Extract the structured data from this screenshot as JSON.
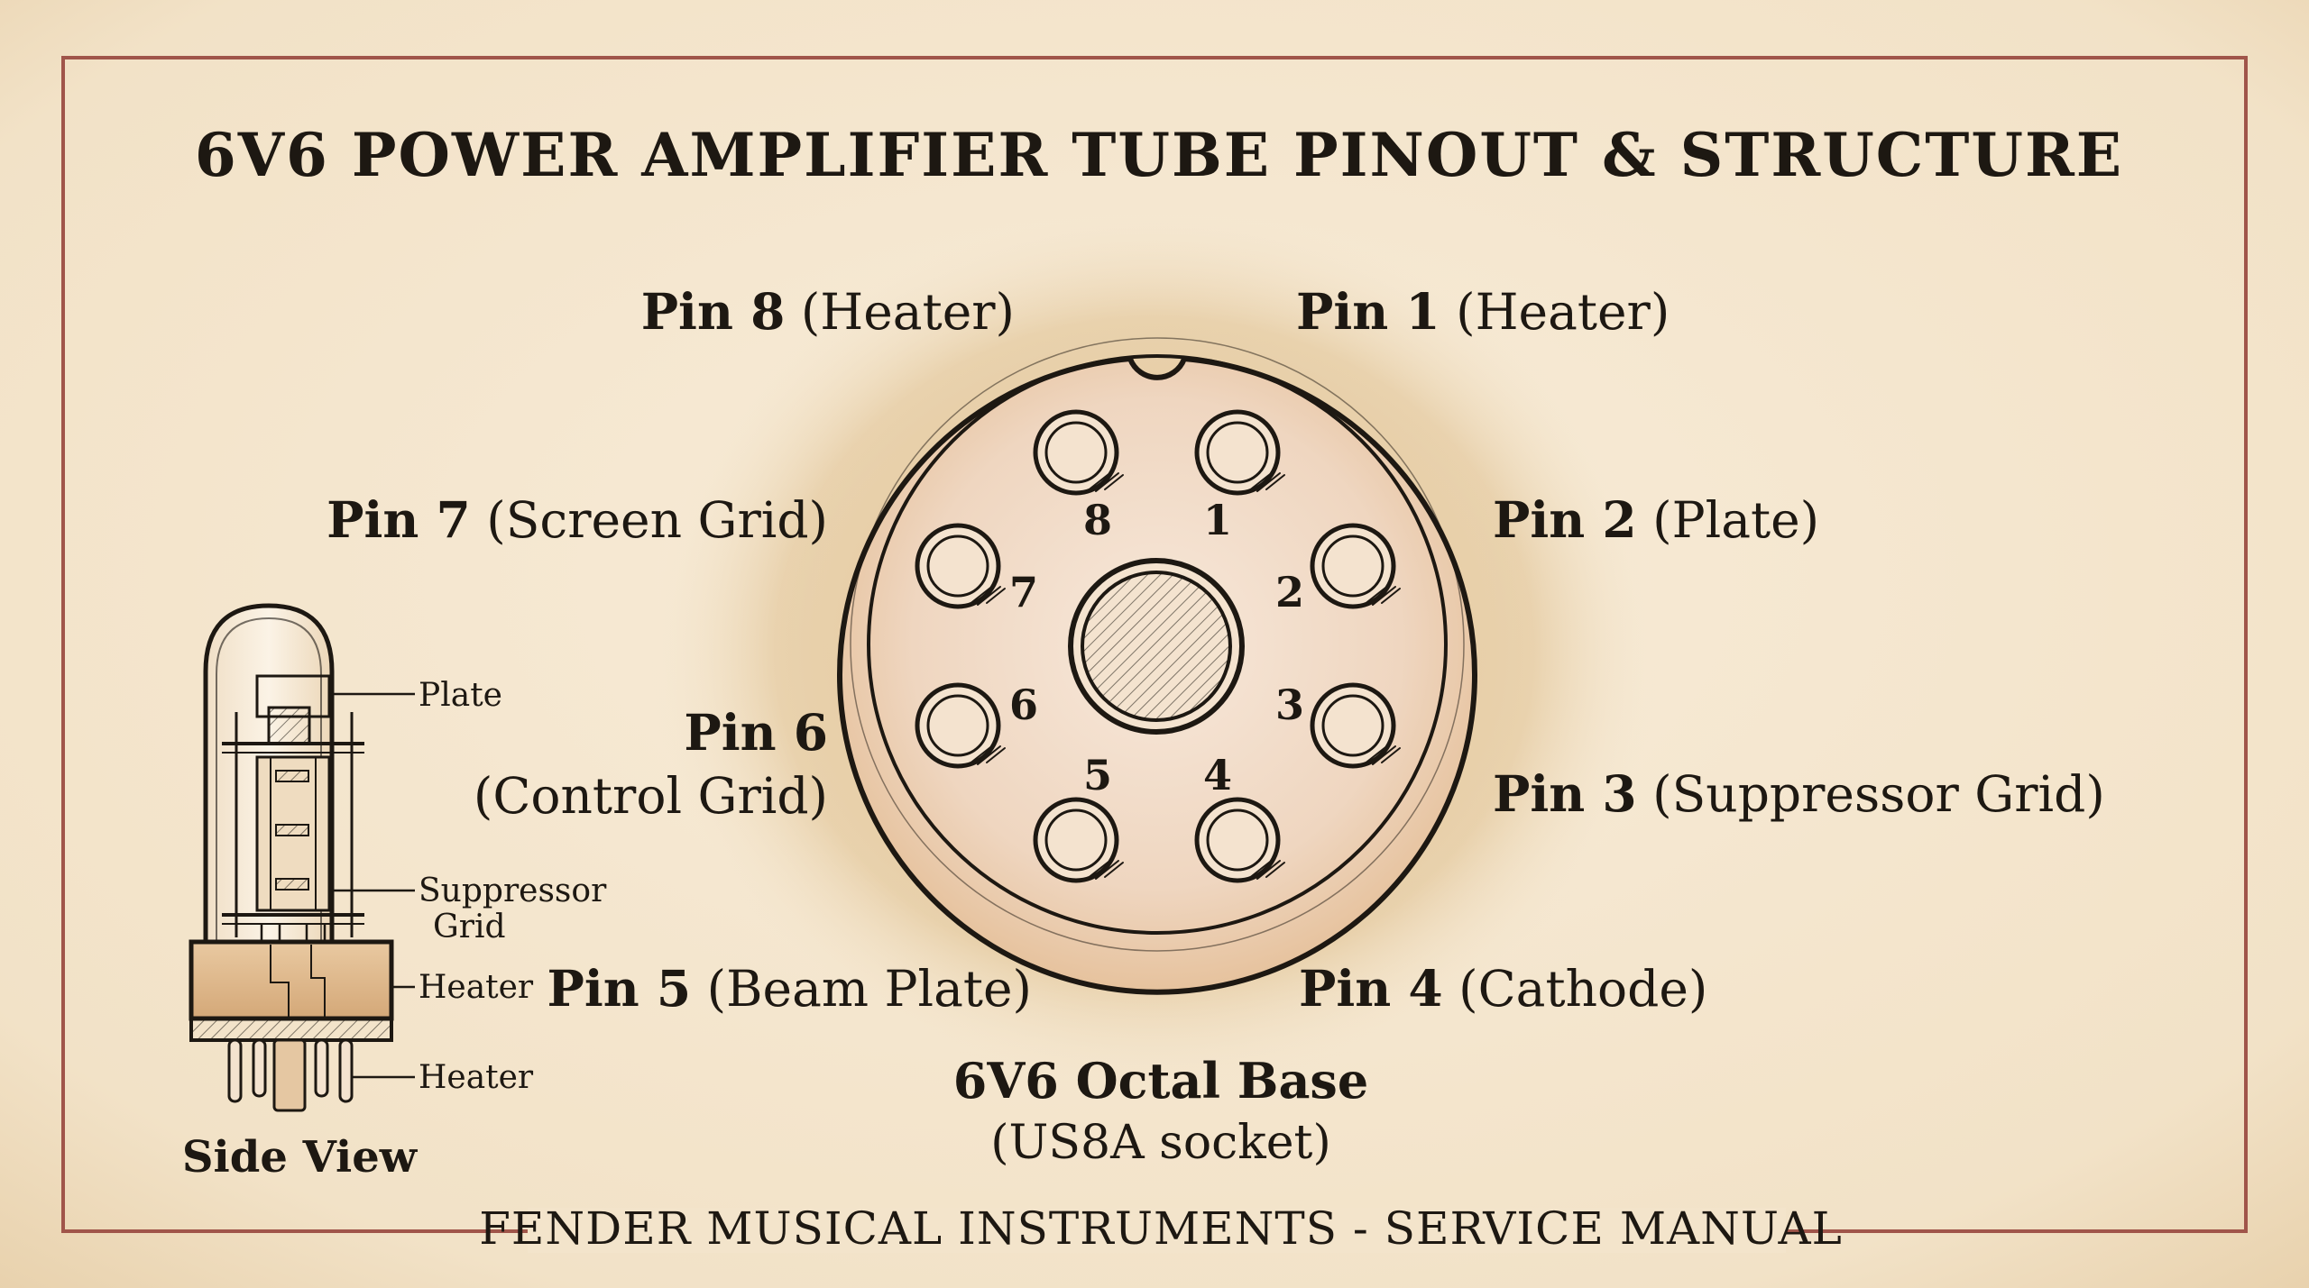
{
  "title": "6V6 POWER AMPLIFIER TUBE PINOUT & STRUCTURE",
  "pins": [
    {
      "id": "pin8",
      "name": "Pin 8",
      "func": "(Heater)",
      "number": "8"
    },
    {
      "id": "pin1",
      "name": "Pin 1",
      "func": "(Heater)",
      "number": "1"
    },
    {
      "id": "pin7",
      "name": "Pin 7",
      "func": "(Screen Grid)",
      "number": "7"
    },
    {
      "id": "pin2",
      "name": "Pin 2",
      "func": "(Plate)",
      "number": "2"
    },
    {
      "id": "pin6",
      "name": "Pin 6",
      "func": "(Control Grid)",
      "number": "6"
    },
    {
      "id": "pin3",
      "name": "Pin 3",
      "func": "(Suppressor Grid)",
      "number": "3"
    },
    {
      "id": "pin5",
      "name": "Pin 5",
      "func": "(Beam Plate)",
      "number": "5"
    },
    {
      "id": "pin4",
      "name": "Pin 4",
      "func": "(Cathode)",
      "number": "4"
    }
  ],
  "base": {
    "name": "6V6 Octal Base",
    "socket": "(US8A socket)"
  },
  "side_view": {
    "caption": "Side View",
    "labels": {
      "plate": "Plate",
      "suppressor_line1": "Suppressor",
      "suppressor_line2": "Grid",
      "heater_top": "Heater",
      "heater_bottom": "Heater"
    }
  },
  "footer": "FENDER MUSICAL INSTRUMENTS - SERVICE MANUAL",
  "colors": {
    "paper": "#f3e6cf",
    "ink": "#1d1812",
    "border": "#a0554a",
    "stain": "#d2ab72"
  }
}
